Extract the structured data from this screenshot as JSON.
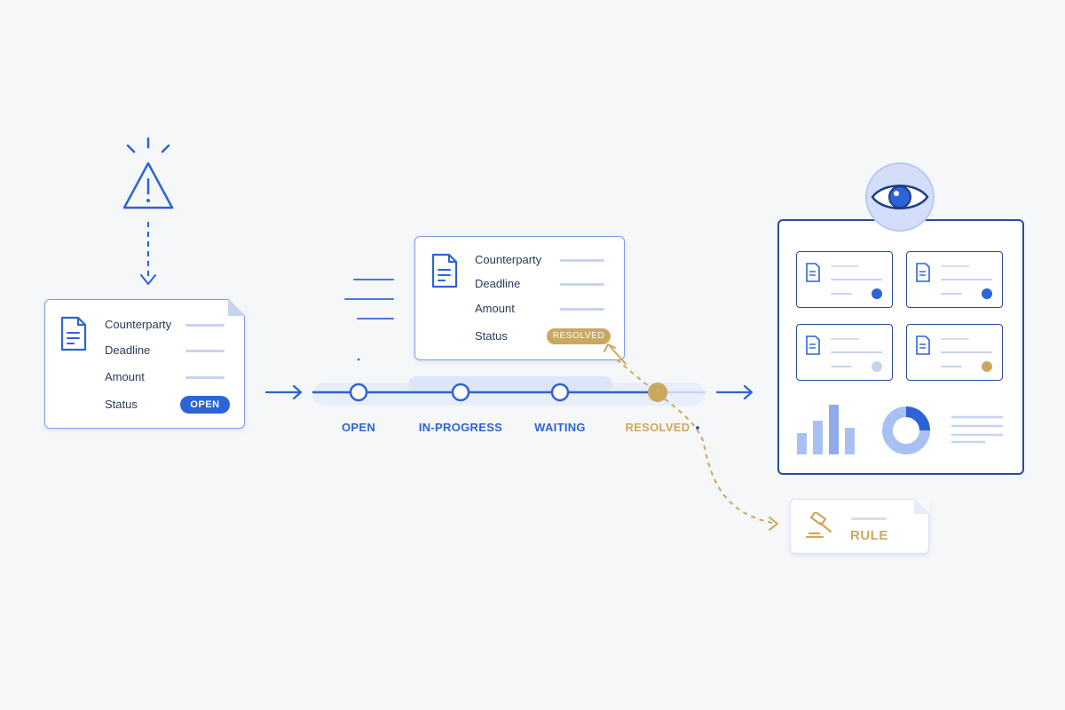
{
  "colors": {
    "primary": "#2d63d6",
    "light": "#c8d3ee",
    "gold": "#c9a95e",
    "navy": "#1f3c88"
  },
  "left_card": {
    "fields": [
      "Counterparty",
      "Deadline",
      "Amount",
      "Status"
    ],
    "status_badge": "OPEN"
  },
  "top_card": {
    "fields": [
      "Counterparty",
      "Deadline",
      "Amount",
      "Status"
    ],
    "status_badge": "RESOLVED"
  },
  "timeline": {
    "stages": [
      "OPEN",
      "IN-PROGRESS",
      "WAITING",
      "RESOLVED"
    ]
  },
  "rule_card": {
    "label": "RULE"
  },
  "icons": [
    "alert-triangle-icon",
    "document-icon",
    "eye-icon",
    "gavel-icon",
    "bar-chart-icon",
    "donut-chart-icon"
  ]
}
